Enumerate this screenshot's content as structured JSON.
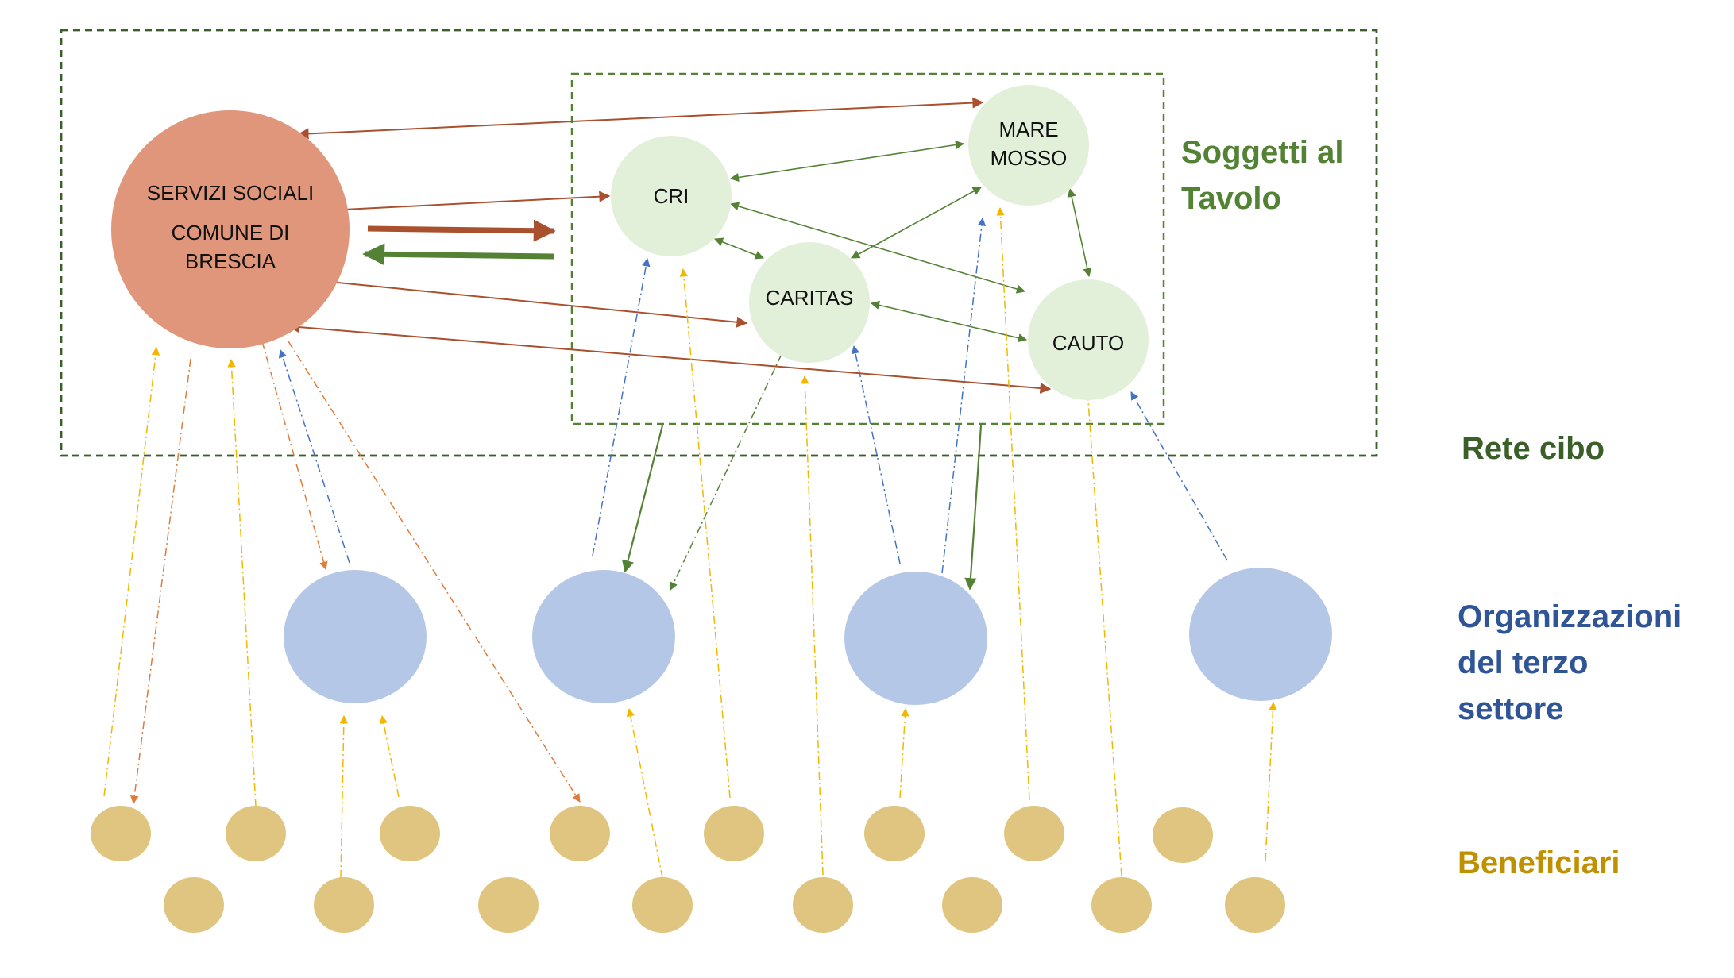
{
  "nodes": {
    "servizi_line1": "SERVIZI SOCIALI",
    "servizi_line2": "COMUNE DI",
    "servizi_line3": "BRESCIA",
    "cri": "CRI",
    "mare_line1": "MARE",
    "mare_line2": "MOSSO",
    "caritas": "CARITAS",
    "cauto": "CAUTO"
  },
  "labels": {
    "soggetti_line1": "Soggetti al",
    "soggetti_line2": "Tavolo",
    "rete_cibo": "Rete cibo",
    "organizzazioni_line1": "Organizzazioni",
    "organizzazioni_line2": "del terzo",
    "organizzazioni_line3": "settore",
    "beneficiari": "Beneficiari"
  },
  "colors": {
    "rete_green": "#3a5f28",
    "tavolo_green": "#548235",
    "servizi_fill": "#e0967a",
    "tavolo_node_fill": "#e2efd9",
    "org_fill": "#b4c7e7",
    "org_text": "#2f5597",
    "beneficiari_fill": "#dfc57f",
    "beneficiari_text": "#bf9000",
    "brown_arrow": "#a9502f",
    "orange_arrow": "#e07b39",
    "blue_arrow": "#4472c4",
    "yellow_arrow": "#f2b800"
  }
}
